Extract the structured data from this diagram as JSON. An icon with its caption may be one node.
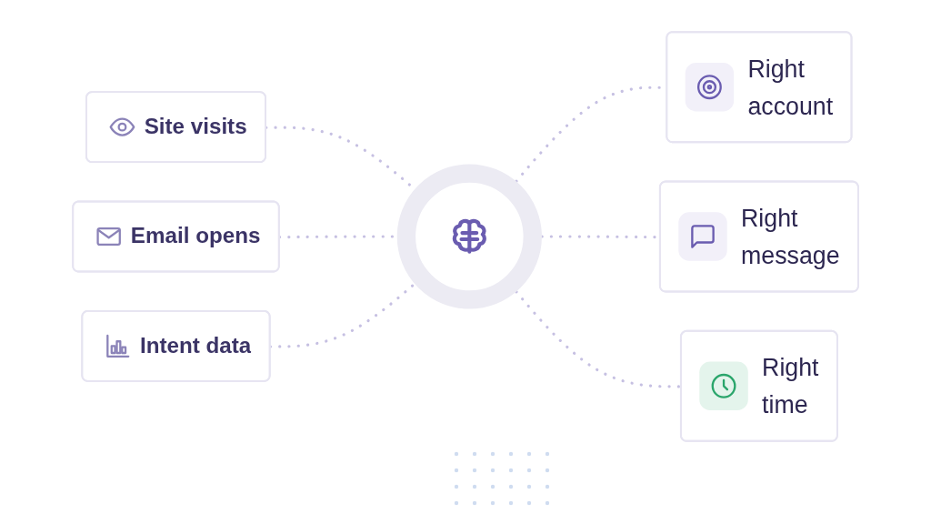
{
  "diagram": {
    "nodes": [
      {
        "text": [
          "Site visits"
        ]
      },
      {
        "text": [
          "Email opens"
        ]
      },
      {
        "text": [
          "Intent data"
        ]
      },
      {
        "text": [],
        "shape": "circle"
      },
      {
        "text": [
          "Right account"
        ]
      },
      {
        "text": [
          "Right message"
        ]
      },
      {
        "text": [
          "Right time"
        ]
      }
    ],
    "edges": [
      {
        "from": 0,
        "to": 3,
        "arrow": "none",
        "style": "dashed"
      },
      {
        "from": 1,
        "to": 3,
        "arrow": "none",
        "style": "dashed"
      },
      {
        "from": 2,
        "to": 3,
        "arrow": "none",
        "style": "dashed"
      },
      {
        "from": 3,
        "to": 4,
        "arrow": "none",
        "style": "dashed"
      },
      {
        "from": 3,
        "to": 5,
        "arrow": "none",
        "style": "dashed"
      },
      {
        "from": 3,
        "to": 6,
        "arrow": "none",
        "style": "dashed"
      }
    ]
  }
}
